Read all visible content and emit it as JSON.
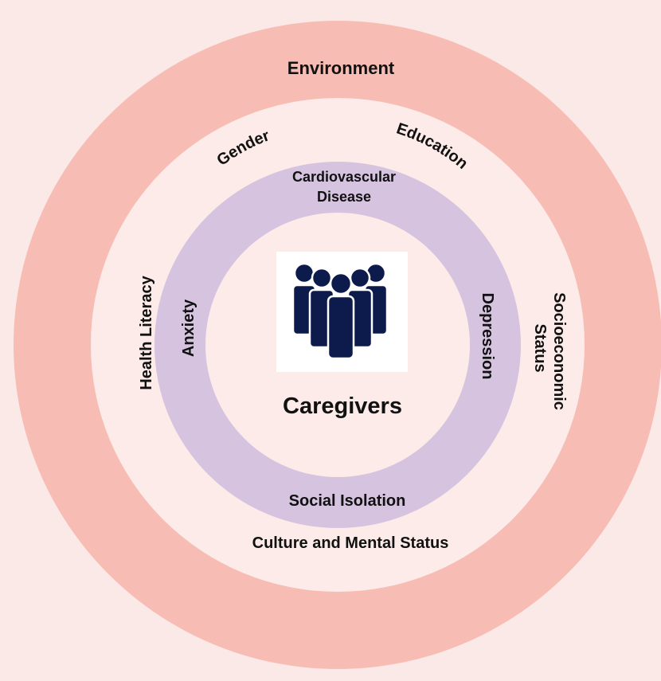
{
  "colors": {
    "background": "#fbe9e7",
    "outer_ring": "#f7bdb4",
    "middle_area": "#fcebe8",
    "inner_ring": "#d6c3e0",
    "center": "#fcebe8",
    "icon_panel": "#ffffff",
    "icon": "#0d1b4c",
    "text": "#111111"
  },
  "outer_ring": {
    "label": "Environment"
  },
  "middle_ring": {
    "gender": "Gender",
    "education": "Education",
    "health_literacy": "Health Literacy",
    "socioeconomic_line1": "Socioeconomic",
    "socioeconomic_line2": "Status",
    "culture": "Culture and Mental Status"
  },
  "inner_ring": {
    "cardio_line1": "Cardiovascular",
    "cardio_line2": "Disease",
    "anxiety": "Anxiety",
    "depression": "Depression",
    "social_isolation": "Social Isolation"
  },
  "center": {
    "title": "Caregivers",
    "icon": "group-of-people-icon"
  }
}
